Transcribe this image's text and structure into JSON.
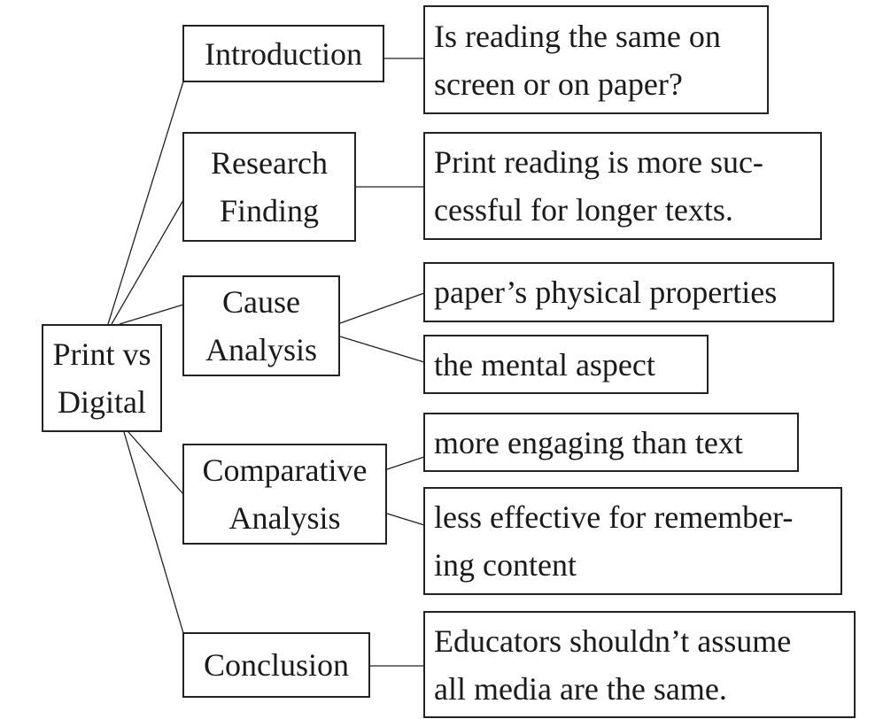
{
  "root": {
    "line1": "Print vs",
    "line2": "Digital"
  },
  "sections": {
    "introduction": {
      "label": "Introduction",
      "detail": {
        "line1": "Is reading the same on",
        "line2": "screen or on paper?"
      }
    },
    "research_finding": {
      "label_line1": "Research",
      "label_line2": "Finding",
      "detail": {
        "line1": "Print reading is more suc-",
        "line2": "cessful for longer texts."
      }
    },
    "cause_analysis": {
      "label_line1": "Cause",
      "label_line2": "Analysis",
      "details": [
        "paper’s physical properties",
        "the mental aspect"
      ]
    },
    "comparative_analysis": {
      "label_line1": "Comparative",
      "label_line2": "Analysis",
      "details": [
        {
          "line1": "more engaging than text"
        },
        {
          "line1": "less effective for remember-",
          "line2": "ing content"
        }
      ]
    },
    "conclusion": {
      "label": "Conclusion",
      "detail": {
        "line1": "Educators shouldn’t assume",
        "line2": "all media are the same."
      }
    }
  }
}
